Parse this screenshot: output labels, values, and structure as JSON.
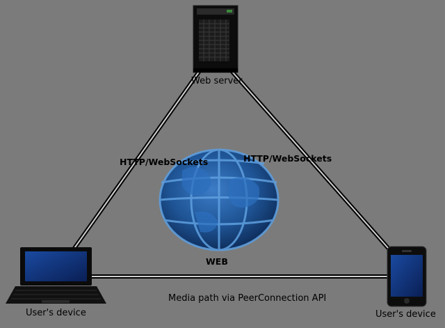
{
  "diagram": {
    "background": "#7b7b7b",
    "nodes": {
      "server": {
        "label": "Web server",
        "icon": "server-icon"
      },
      "laptop": {
        "label": "User's device",
        "icon": "laptop-icon"
      },
      "phone": {
        "label": "User's device",
        "icon": "smartphone-icon"
      },
      "globe": {
        "label": "WEB",
        "icon": "globe-icon",
        "color": "#1a4f8f"
      }
    },
    "edges": {
      "laptop_server": {
        "label": "HTTP/WebSockets"
      },
      "server_phone": {
        "label": "HTTP/WebSockets"
      },
      "laptop_phone": {
        "label": "Media path via PeerConnection API"
      }
    }
  }
}
